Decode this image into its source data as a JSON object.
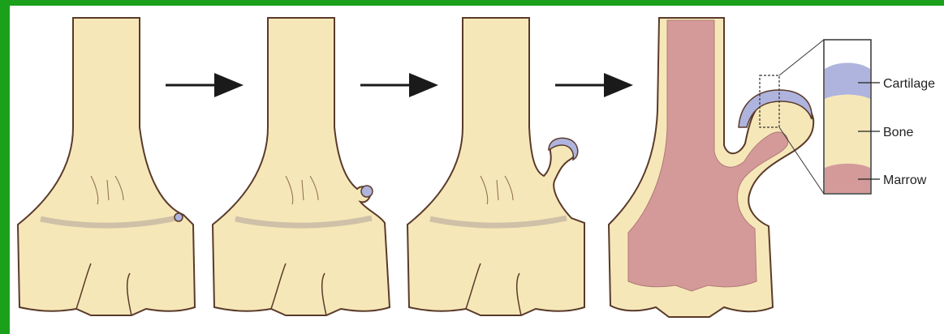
{
  "labels": {
    "cartilage": "Cartilage",
    "bone": "Bone",
    "marrow": "Marrow"
  },
  "colors": {
    "frame": "#1aa01a",
    "bone": "#f6e7b8",
    "cartilage": "#aeb4dd",
    "marrow": "#d49a99",
    "outline": "#5a3a2a"
  }
}
